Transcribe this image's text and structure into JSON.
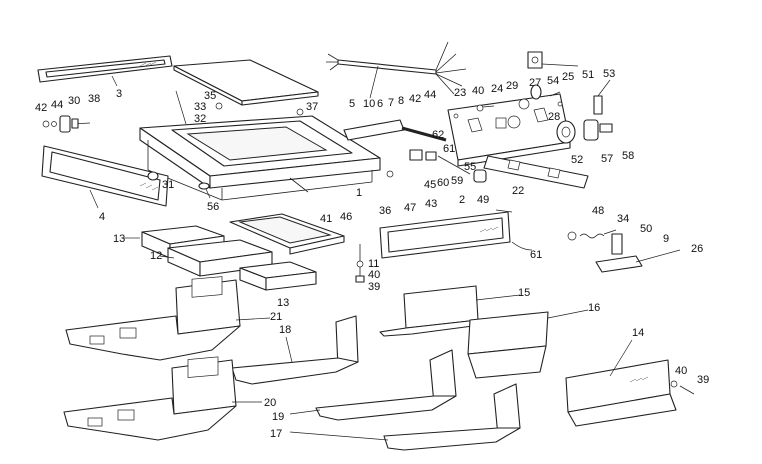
{
  "callouts": {
    "c3": "3",
    "c42a": "42",
    "c44a": "44",
    "c30": "30",
    "c38": "38",
    "c35": "35",
    "c33": "33",
    "c32": "32",
    "c37": "37",
    "c5": "5",
    "c10": "10",
    "c6": "6",
    "c7": "7",
    "c8": "8",
    "c42b": "42",
    "c44b": "44",
    "c23": "23",
    "c40a": "40",
    "c24": "24",
    "c29": "29",
    "c27": "27",
    "c54": "54",
    "c25": "25",
    "c51": "51",
    "c53": "53",
    "c28": "28",
    "c52": "52",
    "c57": "57",
    "c58": "58",
    "c62": "62",
    "c61a": "61",
    "c45": "45",
    "c60": "60",
    "c59": "59",
    "c55": "55",
    "c22": "22",
    "c31": "31",
    "c4": "4",
    "c56": "56",
    "c41": "41",
    "c46": "46",
    "c1": "1",
    "c36": "36",
    "c47": "47",
    "c43": "43",
    "c2": "2",
    "c49": "49",
    "c61b": "61",
    "c48": "48",
    "c34": "34",
    "c50": "50",
    "c9": "9",
    "c26": "26",
    "c13a": "13",
    "c12": "12",
    "c11": "11",
    "c40b": "40",
    "c39a": "39",
    "c15": "15",
    "c13b": "13",
    "c21": "21",
    "c18": "18",
    "c16": "16",
    "c14": "14",
    "c40c": "40",
    "c39b": "39",
    "c20": "20",
    "c19": "19",
    "c17": "17"
  }
}
